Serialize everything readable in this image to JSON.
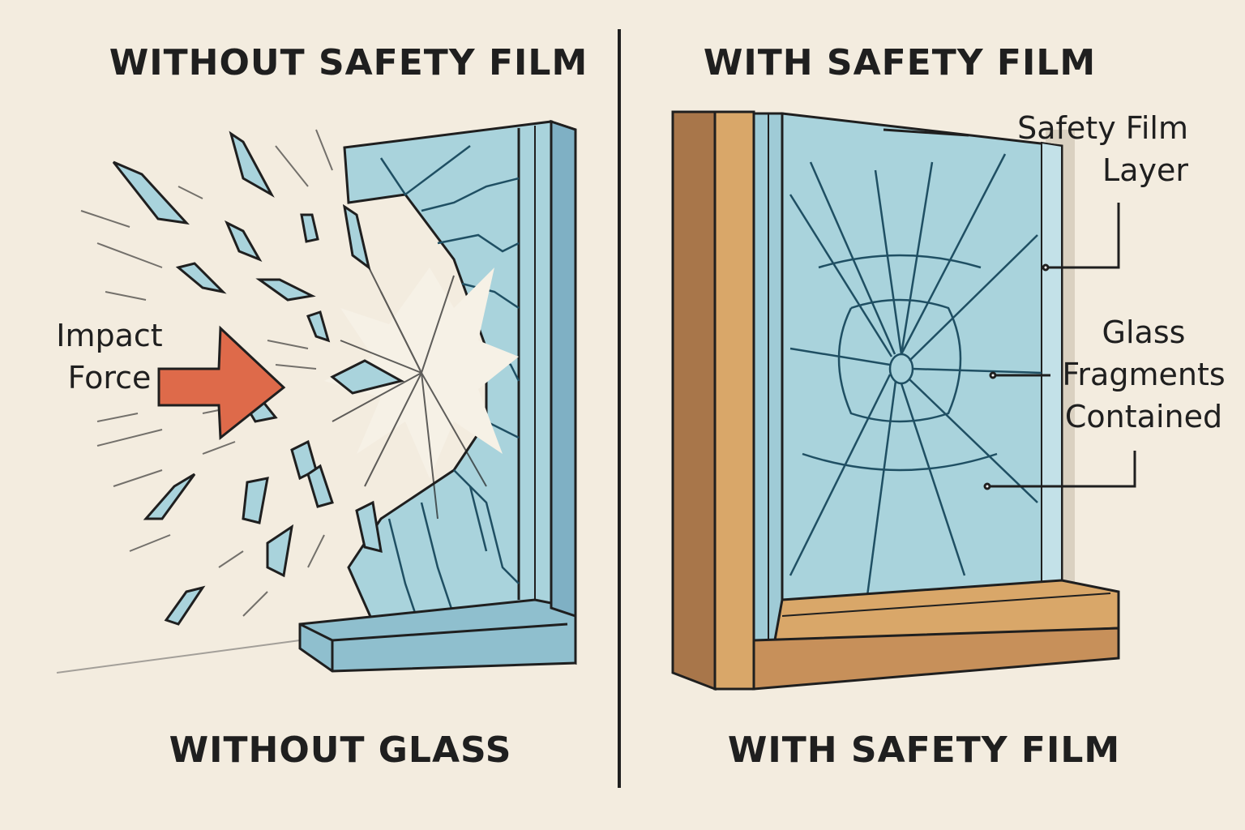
{
  "left_panel": {
    "top_heading": "WITHOUT SAFETY FILM",
    "bottom_heading": "WITHOUT GLASS",
    "impact_label": [
      "Impact",
      "Force"
    ]
  },
  "right_panel": {
    "top_heading": "WITH SAFETY FILM",
    "bottom_heading": "WITH SAFETY FILM",
    "film_label": [
      "Safety Film",
      "Layer"
    ],
    "fragments_label": [
      "Glass",
      "Fragments",
      "Contained"
    ]
  },
  "colors": {
    "background": "#f3ecdf",
    "glass": "#a9d3dc",
    "glass_frame": "#7fb0c4",
    "arrow": "#de6a4a",
    "wood_light": "#d9a769",
    "wood_dark": "#a8764a",
    "ink": "#1f1f1f"
  },
  "icons": [
    "impact-arrow-icon",
    "shattered-glass-icon",
    "window-frame-icon"
  ]
}
